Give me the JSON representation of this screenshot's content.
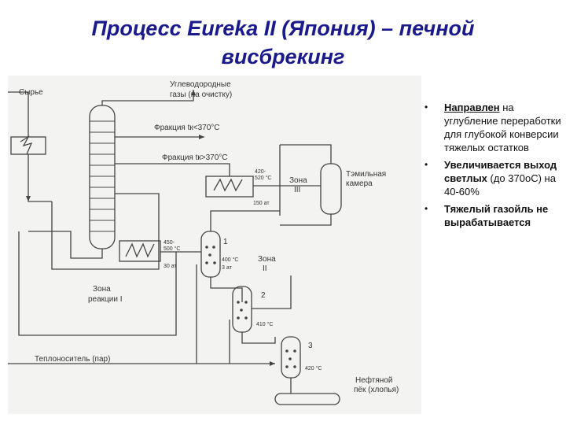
{
  "title": {
    "line1": "Процесс Eureka II (Япония) – печной",
    "line2": "висбрекинг"
  },
  "diagram": {
    "labels": {
      "feed": "Сырье",
      "gas_line1": "Углеводородные",
      "gas_line2": "газы (на очистку)",
      "fraction_light": "Фракция tк<370°C",
      "fraction_heavy": "Фракция tк>370°C",
      "temp_f3_a": "420-",
      "temp_f3_b": "520 °C",
      "press_f3": "150 ат",
      "zone3_a": "Зона",
      "zone3_b": "III",
      "tar_a": "Тэмильная",
      "tar_b": "камера",
      "temp_f2_a": "450-",
      "temp_f2_b": "500 °C",
      "press_f2": "30 ат",
      "r1_num": "1",
      "r1_temp": "400 °C",
      "r1_press": "3 ат",
      "zone2_a": "Зона",
      "zone2_b": "II",
      "r2_num": "2",
      "r2_temp": "410 °C",
      "zone1_a": "Зона",
      "zone1_b": "реакции I",
      "r3_num": "3",
      "r3_temp": "420 °C",
      "steam": "Теплоноситель (пар)",
      "pitch_a": "Нефтяной",
      "pitch_b": "пёк (хлопья)"
    }
  },
  "bullets": [
    {
      "marker": "•",
      "bold": "Направлен",
      "rest": " на углубление переработки для глубокой конверсии тяжелых остатков"
    },
    {
      "marker": "•",
      "bold": "Увеличивается выход светлых",
      "rest": " (до 370оС) на 40-60%"
    },
    {
      "marker": "•",
      "bold": "Тяжелый газойль не вырабатывается",
      "rest": ""
    }
  ],
  "colors": {
    "title": "#1a1a8c",
    "line": "#444444",
    "scheme_bg": "#f3f3f1"
  }
}
